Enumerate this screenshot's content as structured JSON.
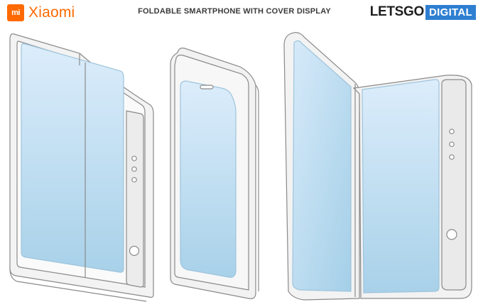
{
  "header": {
    "brand_mark": "mi",
    "brand_name": "Xiaomi",
    "headline": "FOLDABLE SMARTPHONE WITH COVER DISPLAY",
    "site_logo_part1": "LETSGO",
    "site_logo_part2": "DIGITAL"
  },
  "colors": {
    "brand_orange": "#ff6900",
    "logo_blue": "#2e7fd1",
    "screen_blue_top": "#dbecfa",
    "screen_blue_bottom": "#a9d2ea",
    "device_line": "#8a8a8a",
    "device_body": "#f2f2f2"
  },
  "illustrations": [
    {
      "id": "device-unfolded",
      "icon": "foldable-phone-open-icon"
    },
    {
      "id": "device-folded-cover",
      "icon": "foldable-phone-cover-icon"
    },
    {
      "id": "device-half-open",
      "icon": "foldable-phone-bent-icon"
    }
  ]
}
